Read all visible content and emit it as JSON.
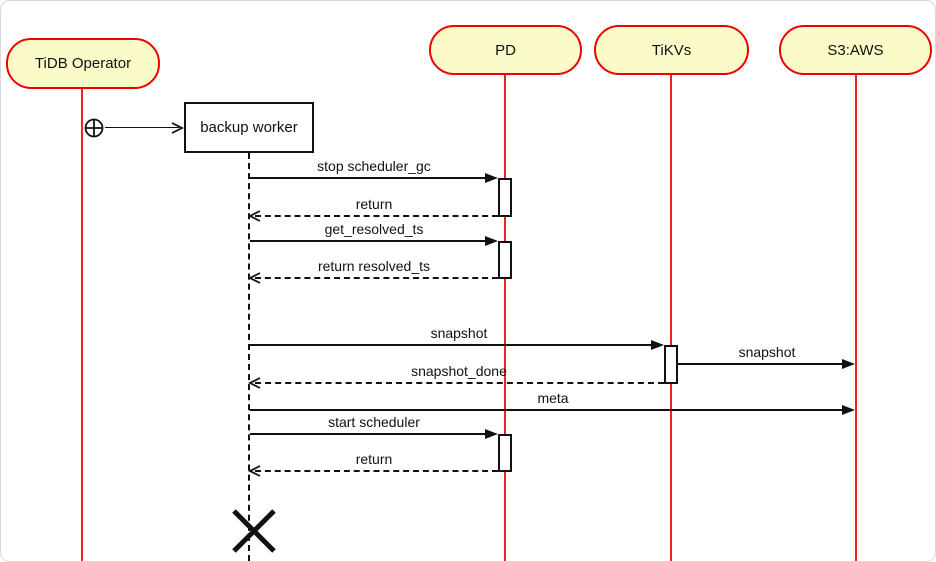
{
  "diagram": {
    "kind": "uml-sequence-diagram",
    "actors": [
      {
        "id": "tidb-operator",
        "label": "TiDB Operator"
      },
      {
        "id": "pd",
        "label": "PD"
      },
      {
        "id": "tikvs",
        "label": "TiKVs"
      },
      {
        "id": "s3-aws",
        "label": "S3:AWS"
      }
    ],
    "created_participant": {
      "label": "backup worker"
    },
    "messages": [
      {
        "from": "backup worker",
        "to": "PD",
        "label": "stop scheduler_gc",
        "style": "solid"
      },
      {
        "from": "PD",
        "to": "backup worker",
        "label": "return",
        "style": "dashed"
      },
      {
        "from": "backup worker",
        "to": "PD",
        "label": "get_resolved_ts",
        "style": "solid"
      },
      {
        "from": "PD",
        "to": "backup worker",
        "label": "return resolved_ts",
        "style": "dashed"
      },
      {
        "from": "backup worker",
        "to": "TiKVs",
        "label": "snapshot",
        "style": "solid"
      },
      {
        "from": "TiKVs",
        "to": "S3:AWS",
        "label": "snapshot",
        "style": "solid"
      },
      {
        "from": "TiKVs",
        "to": "backup worker",
        "label": "snapshot_done",
        "style": "dashed"
      },
      {
        "from": "backup worker",
        "to": "S3:AWS",
        "label": "meta",
        "style": "solid"
      },
      {
        "from": "backup worker",
        "to": "PD",
        "label": "start scheduler",
        "style": "solid"
      },
      {
        "from": "PD",
        "to": "backup worker",
        "label": "return",
        "style": "dashed"
      }
    ],
    "icons": {
      "creation": "circle-plus-icon",
      "destruction": "x-cross-icon",
      "sync_arrow": "filled-arrowhead-icon",
      "return_arrow": "open-arrowhead-icon"
    },
    "colors": {
      "actor_fill": "#fbfbc9",
      "actor_border": "#ee0000",
      "lifeline": "#ee2323",
      "message": "#111111",
      "background": "#ffffff"
    }
  }
}
